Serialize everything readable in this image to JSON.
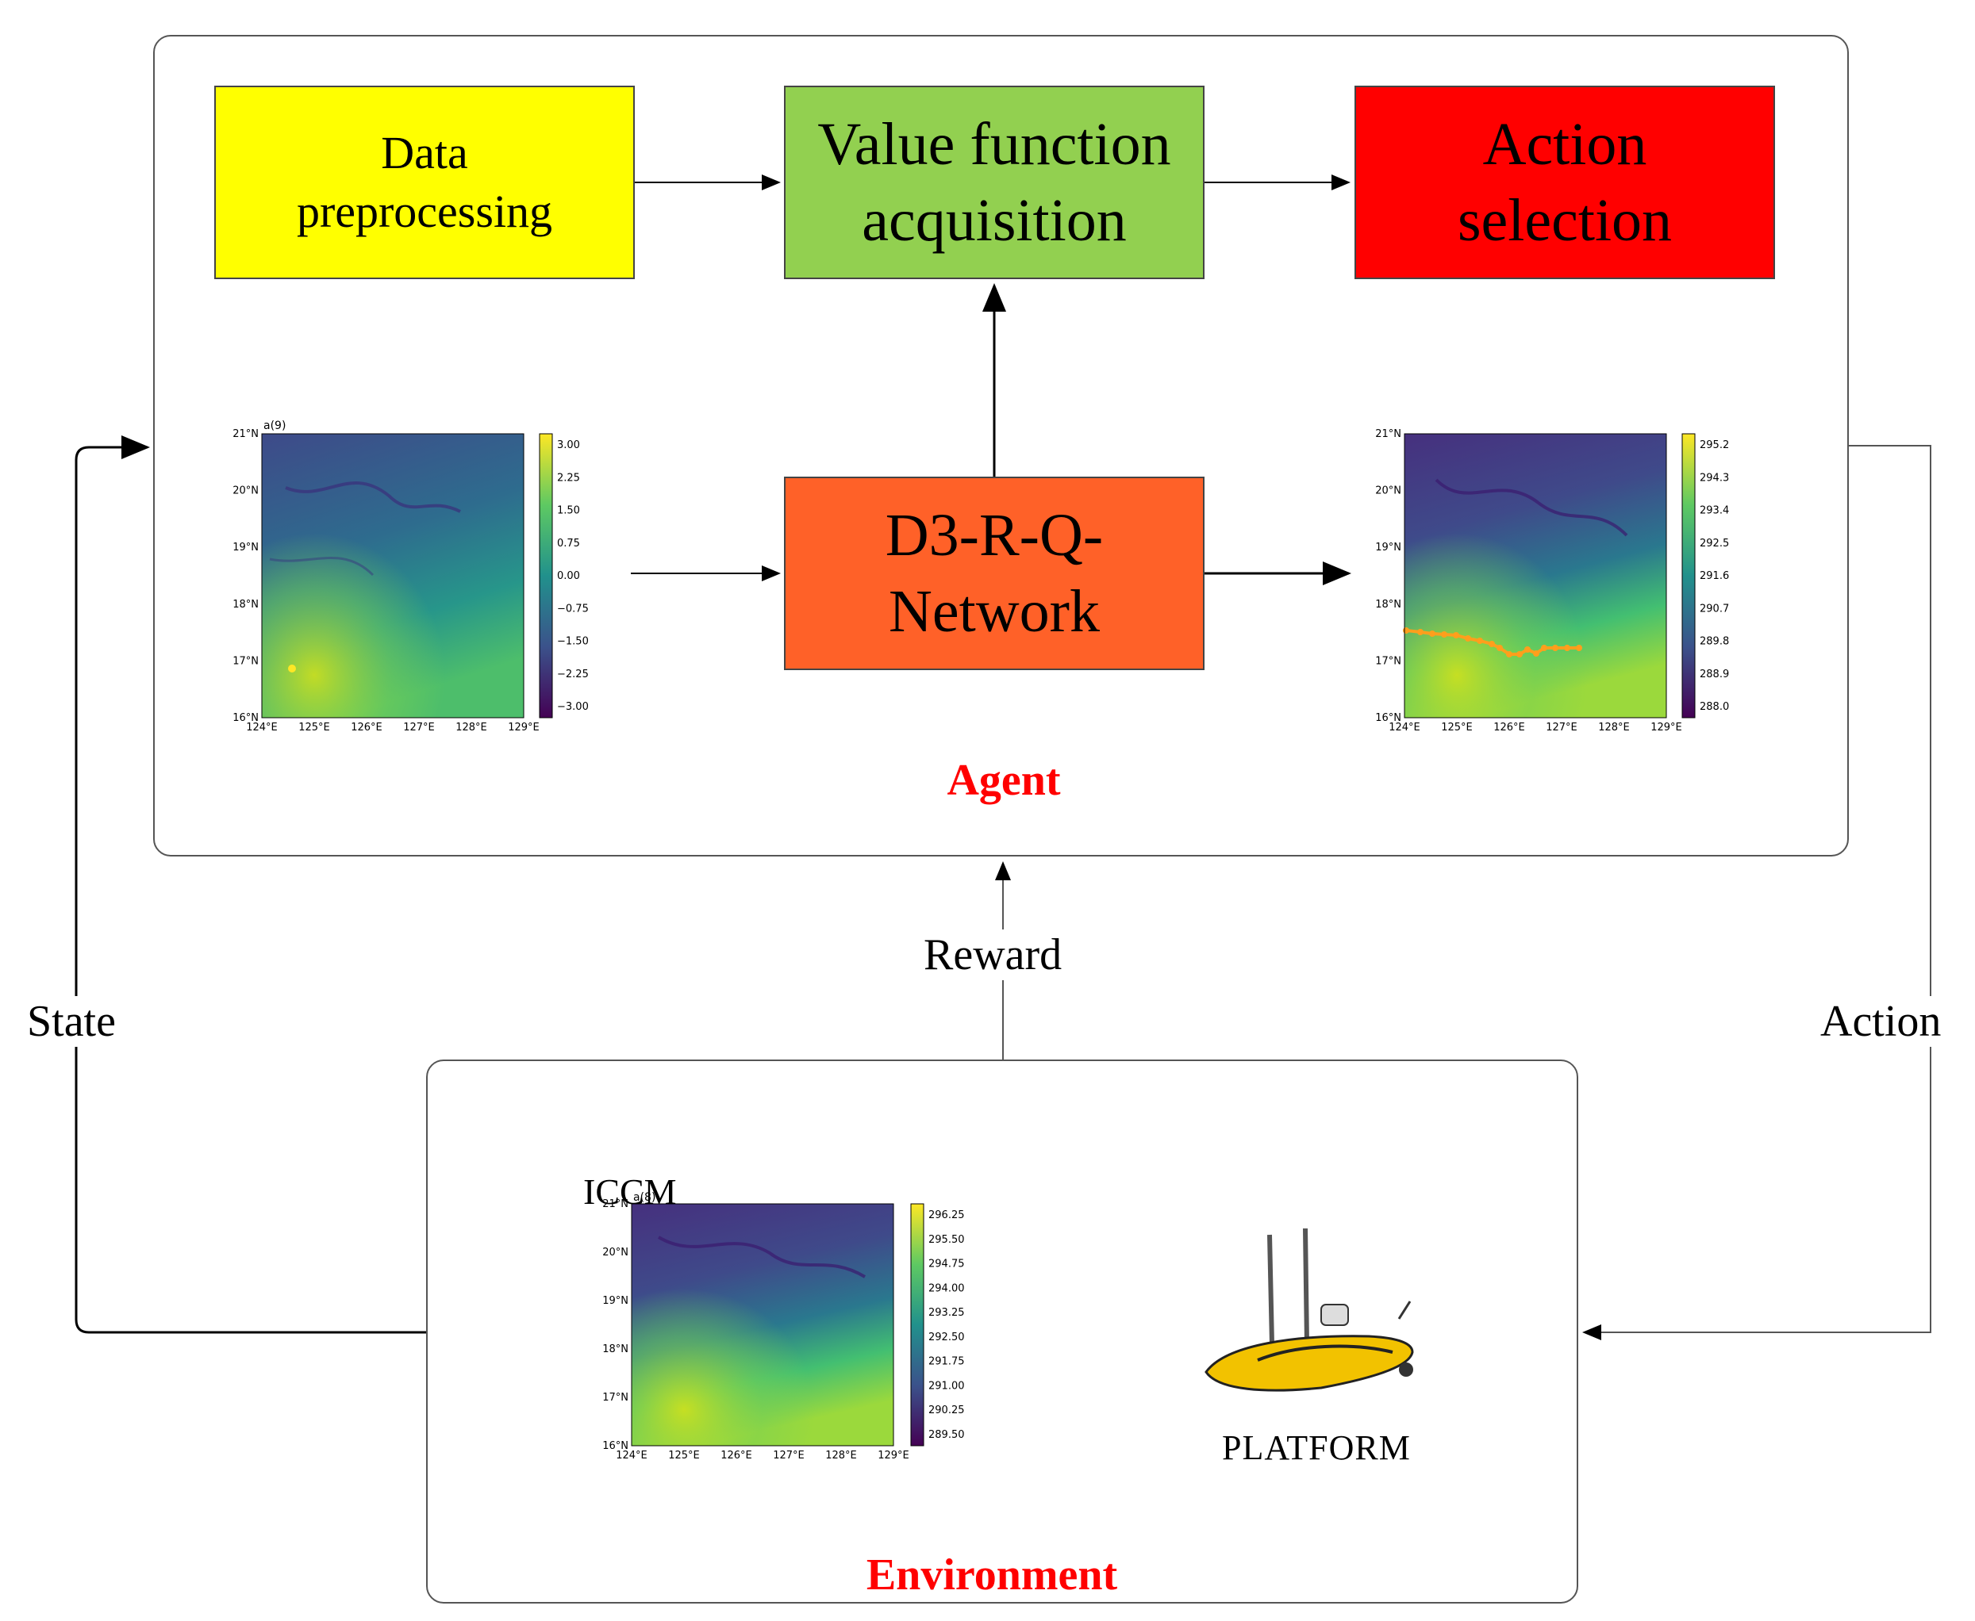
{
  "agent_panel": {
    "label": "Agent",
    "boxes": {
      "data_preprocessing": {
        "line1": "Data",
        "line2": "preprocessing",
        "color": "#ffff00"
      },
      "value_function": {
        "line1": "Value function",
        "line2": "acquisition",
        "color": "#92d050"
      },
      "action_selection": {
        "line1": "Action",
        "line2": "selection",
        "color": "#ff0000"
      },
      "network": {
        "line1": "D3-R-Q-",
        "line2": "Network",
        "color": "#ff6128"
      }
    },
    "input_map": {
      "title": "a(9)",
      "y_ticks": [
        "21°N",
        "20°N",
        "19°N",
        "18°N",
        "17°N",
        "16°N"
      ],
      "x_ticks": [
        "124°E",
        "125°E",
        "126°E",
        "127°E",
        "128°E",
        "129°E"
      ],
      "colorbar": [
        "3.00",
        "2.25",
        "1.50",
        "0.75",
        "0.00",
        "−0.75",
        "−1.50",
        "−2.25",
        "−3.00"
      ]
    },
    "output_map": {
      "y_ticks": [
        "21°N",
        "20°N",
        "19°N",
        "18°N",
        "17°N",
        "16°N"
      ],
      "x_ticks": [
        "124°E",
        "125°E",
        "126°E",
        "127°E",
        "128°E",
        "129°E"
      ],
      "colorbar": [
        "295.2",
        "294.3",
        "293.4",
        "292.5",
        "291.6",
        "290.7",
        "289.8",
        "288.9",
        "288.0"
      ],
      "path_color": "#ff9f1c"
    }
  },
  "environment_panel": {
    "label": "Environment",
    "model_label": "ICCM",
    "map": {
      "title": "a(8)",
      "y_ticks": [
        "21°N",
        "20°N",
        "19°N",
        "18°N",
        "17°N",
        "16°N"
      ],
      "x_ticks": [
        "124°E",
        "125°E",
        "126°E",
        "127°E",
        "128°E",
        "129°E"
      ],
      "colorbar": [
        "296.25",
        "295.50",
        "294.75",
        "294.00",
        "293.25",
        "292.50",
        "291.75",
        "291.00",
        "290.25",
        "289.50"
      ]
    },
    "platform_label": "PLATFORM",
    "boat_color": "#f2c200"
  },
  "flows": {
    "state": "State",
    "reward": "Reward",
    "action": "Action"
  },
  "colors": {
    "label_red": "#ff0000",
    "viridis_dark": "#440154",
    "viridis_mid": "#21918c",
    "viridis_light": "#fde725"
  }
}
